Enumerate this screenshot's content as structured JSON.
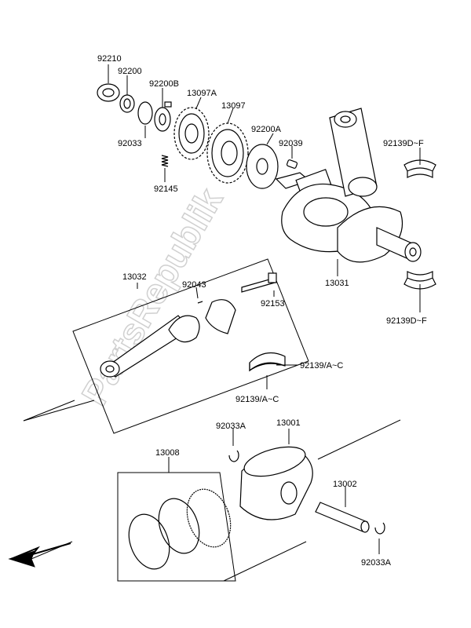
{
  "watermark": "PartsRepublik",
  "labels": {
    "p92210": "92210",
    "p92200": "92200",
    "p92200B": "92200B",
    "p13097A": "13097A",
    "p13097": "13097",
    "p92033": "92033",
    "p92200A": "92200A",
    "p92039": "92039",
    "p92139DF_top": "92139D~F",
    "p92145": "92145",
    "p13032": "13032",
    "p92043": "92043",
    "p92153": "92153",
    "p13031": "13031",
    "p92139DF_bot": "92139D~F",
    "p92139AC_right": "92139/A~C",
    "p92139AC_bot": "92139/A~C",
    "p92033A_top": "92033A",
    "p13001": "13001",
    "p13008": "13008",
    "p13002": "13002",
    "p92033A_bot": "92033A"
  }
}
